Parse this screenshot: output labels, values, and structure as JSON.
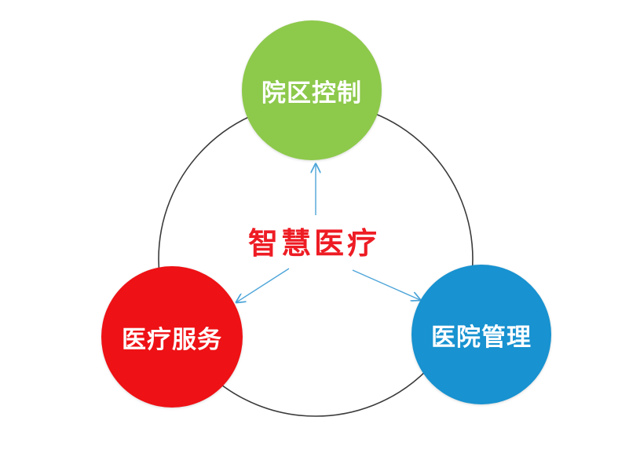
{
  "center": {
    "label": "智慧医疗",
    "color": "#ee1c24"
  },
  "nodes": {
    "top": {
      "label": "院区控制",
      "color": "#8dc94b"
    },
    "left": {
      "label": "医疗服务",
      "color": "#ee1115"
    },
    "right": {
      "label": "医院管理",
      "color": "#1892d0"
    }
  },
  "colors": {
    "ring": "#3a3a3a",
    "arrow": "#4ea5d9"
  }
}
